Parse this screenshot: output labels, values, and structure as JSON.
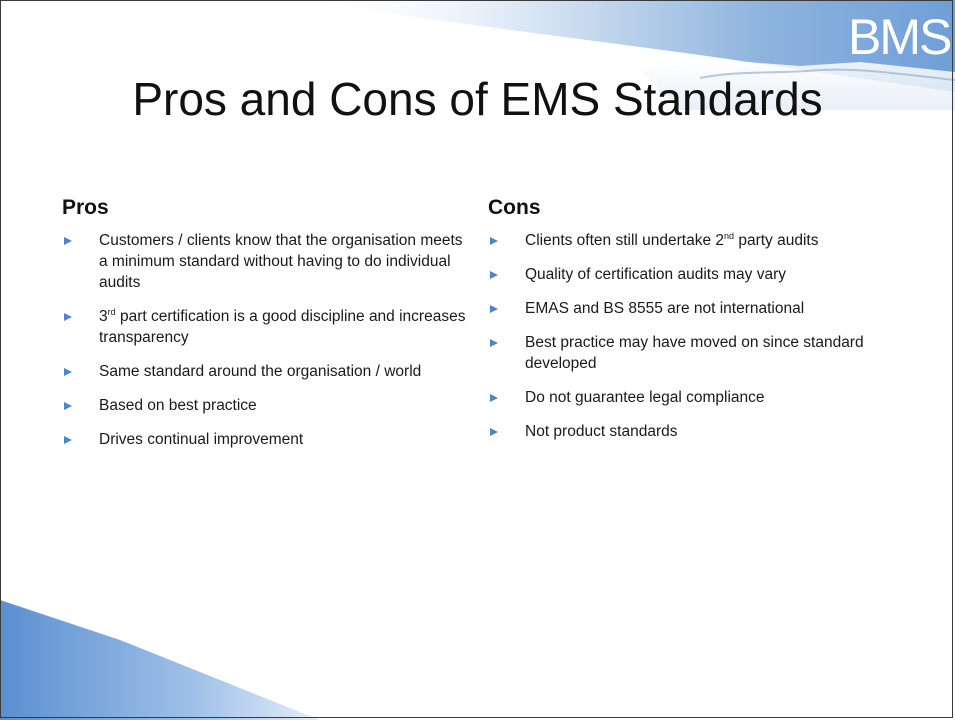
{
  "logo_text": "BMS",
  "title": "Pros and Cons of EMS Standards",
  "bullet_icon": "triangle-right-icon",
  "colors": {
    "accent": "#4a86c8",
    "banner_blue": "#6f9fd8",
    "text": "#1a1a1a"
  },
  "pros": {
    "heading": "Pros",
    "items": [
      {
        "pre": "Customers / clients know that the organisation meets a minimum standard without having to do individual audits",
        "sup": "",
        "post": ""
      },
      {
        "pre": "3",
        "sup": "rd",
        "post": " part certification is a good discipline and increases transparency"
      },
      {
        "pre": "Same standard around the organisation / world",
        "sup": "",
        "post": ""
      },
      {
        "pre": "Based on best practice",
        "sup": "",
        "post": ""
      },
      {
        "pre": "Drives continual improvement",
        "sup": "",
        "post": ""
      }
    ]
  },
  "cons": {
    "heading": "Cons",
    "items": [
      {
        "pre": "Clients often still undertake 2",
        "sup": "nd",
        "post": " party audits"
      },
      {
        "pre": "Quality of certification audits may vary",
        "sup": "",
        "post": ""
      },
      {
        "pre": "EMAS and BS 8555 are not international",
        "sup": "",
        "post": ""
      },
      {
        "pre": "Best practice may have moved on since standard developed",
        "sup": "",
        "post": ""
      },
      {
        "pre": "Do not guarantee legal compliance",
        "sup": "",
        "post": ""
      },
      {
        "pre": "Not product standards",
        "sup": "",
        "post": ""
      }
    ]
  }
}
